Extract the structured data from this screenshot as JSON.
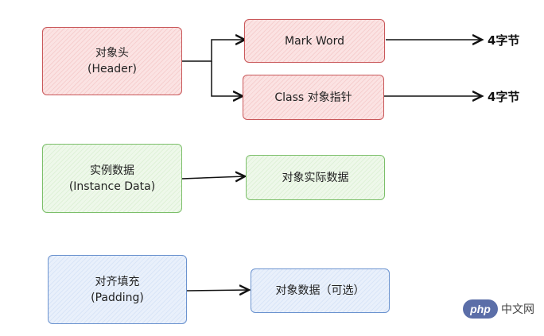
{
  "header": {
    "line1": "对象头",
    "line2": "(Header)"
  },
  "mark_word": {
    "label": "Mark Word",
    "size": "4字节"
  },
  "class_pointer": {
    "label": "Class 对象指针",
    "size": "4字节"
  },
  "instance_data": {
    "line1": "实例数据",
    "line2": "(Instance Data)"
  },
  "instance_detail": {
    "label": "对象实际数据"
  },
  "padding": {
    "line1": "对齐填充",
    "line2": "(Padding)"
  },
  "padding_detail": {
    "label": "对象数据（可选）"
  },
  "watermark": {
    "logo": "php",
    "text": "中文网"
  },
  "colors": {
    "red": "#c9585a",
    "green": "#7cbf6a",
    "blue": "#6b93cf",
    "arrow": "#111111"
  }
}
